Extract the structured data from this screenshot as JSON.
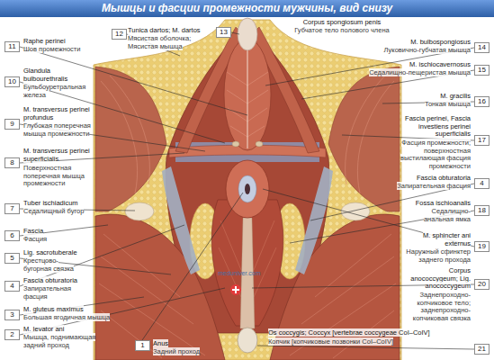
{
  "diagram": {
    "title": "Мышцы и фасции промежности мужчины, вид снизу",
    "nodes": [
      {
        "text": [
          "11"
        ]
      },
      {
        "text": [
          "12"
        ]
      },
      {
        "text": [
          "10"
        ]
      },
      {
        "text": [
          "9"
        ]
      },
      {
        "text": [
          "8"
        ]
      },
      {
        "text": [
          "7"
        ]
      },
      {
        "text": [
          "6"
        ]
      },
      {
        "text": [
          "5"
        ]
      },
      {
        "text": [
          "4"
        ]
      },
      {
        "text": [
          "3"
        ]
      },
      {
        "text": [
          "2"
        ]
      },
      {
        "text": [
          "1"
        ]
      },
      {
        "text": [
          "13"
        ]
      },
      {
        "text": [
          "14"
        ]
      },
      {
        "text": [
          "15"
        ]
      },
      {
        "text": [
          "16"
        ]
      },
      {
        "text": [
          "17"
        ]
      },
      {
        "text": [
          "4"
        ]
      },
      {
        "text": [
          "18"
        ]
      },
      {
        "text": [
          "19"
        ]
      },
      {
        "text": [
          "20"
        ]
      },
      {
        "text": [
          "21"
        ]
      }
    ],
    "labels": [
      "Raphe perinei",
      "Шов промежности",
      "Tunica dartos; M. dartos",
      "Мясистая оболочка; Мясистая мышца",
      "Glandula bulbourethralis",
      "Бульбоуретральная железа",
      "M. transversus perinei profundus",
      "Глубокая поперечная мышца промежности",
      "M. transversus perinei superficialis",
      "Поверхностная поперечная мышца промежности",
      "Tuber ischiadicum",
      "Седалищный бугор",
      "Fascia",
      "Фасция",
      "Lig. sacrotuberale",
      "Крестцово-бугорная связка",
      "Fascia obturatoria",
      "Запирательная фасция",
      "M. gluteus maximus",
      "Большая ягодичная мышца",
      "M. Ievator ani",
      "Мышца, поднимающая задний проход",
      "Anus",
      "Задний проход",
      "Corpus spongiosum penis",
      "Губчатое тело полового члена",
      "M. bulbospongiosus",
      "Луковично-губчатая мышца",
      "M. ischiocavernosus",
      "Седалищно-пещеристая мышца",
      "M. gracilis",
      "Тонкая мышца",
      "Fascia perinei, Fascia investiens perinei superficialis",
      "Фасция промежности; поверхностная выстилающая фасция промежности",
      "Fascia obturatoria",
      "Запирательная фасция",
      "Fossa ischioanalis",
      "Седалищно-анальная ямка",
      "M. sphincter ani externus",
      "Наружный сфинктер заднего прохода",
      "Corpus anococcygeum; Lig. anococcygeum",
      "Заднепроходно-копчиковое тело; заднепроходно-копчиковая связка",
      "Os coccygis; Coccyx [vertebrae coccygeae CoI–CoIV]",
      "Копчик [копчиковые позвонки CoI–CoIV]",
      "meduniver.com"
    ]
  }
}
